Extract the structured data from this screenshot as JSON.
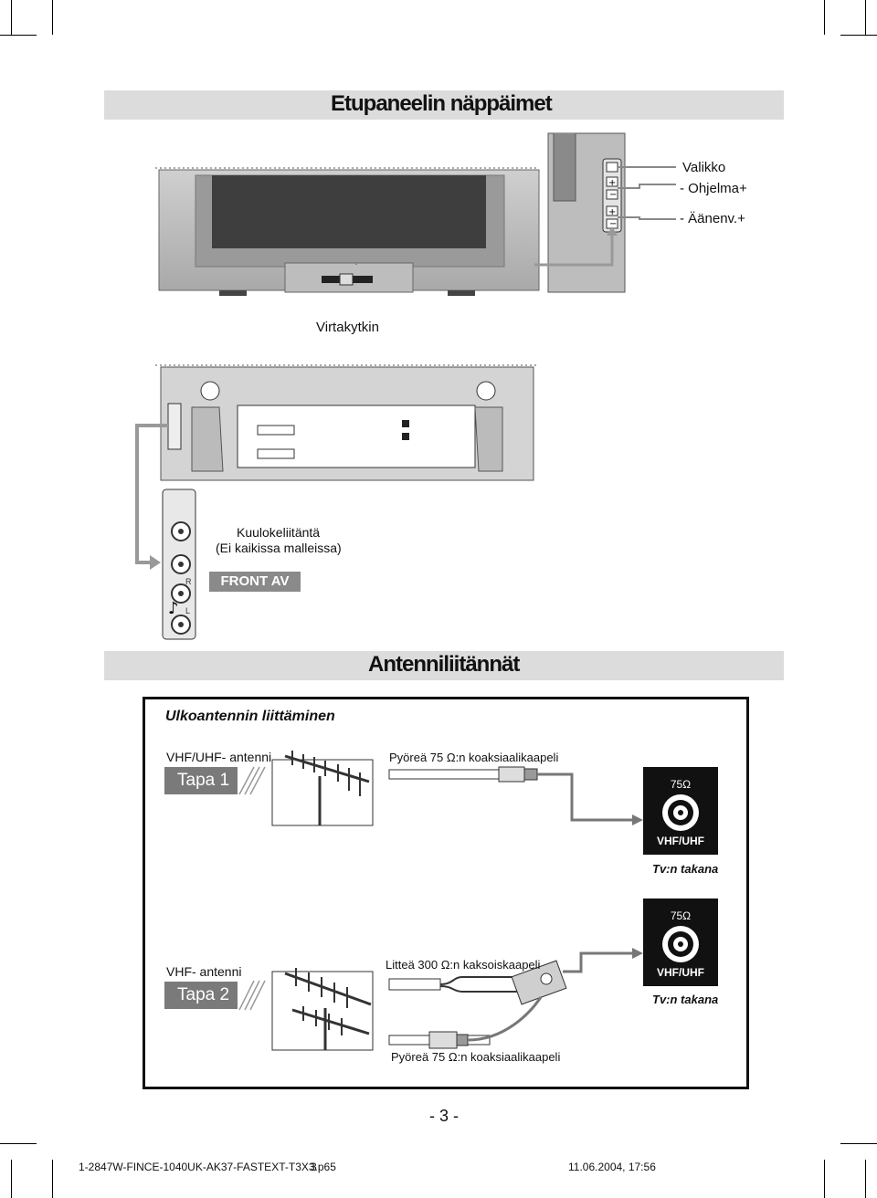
{
  "section1": {
    "title": "Etupaneelin näppäimet"
  },
  "front_labels": {
    "menu": "Valikko",
    "program": "- Ohjelma+",
    "volume": "- Äänenv.+",
    "power": "Virtakytkin"
  },
  "front_av": {
    "headphone": "Kuulokeliitäntä",
    "note": "(Ei kaikissa malleissa)",
    "badge": "FRONT AV",
    "r": "R",
    "l": "L"
  },
  "section2": {
    "title": "Antenniliitännät"
  },
  "antenna": {
    "heading": "Ulkoantennin liittäminen",
    "method1": {
      "antenna_label": "VHF/UHF- antenni",
      "tab": "Tapa 1",
      "cable": "Pyöreä 75 Ω:n koaksiaalikaapeli"
    },
    "method2": {
      "antenna_label": "VHF- antenni",
      "tab": "Tapa 2",
      "cable_flat": "Litteä 300 Ω:n  kaksoiskaapeli",
      "cable_round": "Pyöreä 75 Ω:n koaksiaalikaapeli"
    },
    "socket": {
      "impedance": "75Ω",
      "band": "VHF/UHF",
      "caption": "Tv:n takana"
    }
  },
  "page_number": "- 3 -",
  "footer": {
    "file": "1-2847W-FINCE-1040UK-AK37-FASTEXT-T3X3.p65",
    "page": "3",
    "date": "11.06.2004, 17:56"
  }
}
